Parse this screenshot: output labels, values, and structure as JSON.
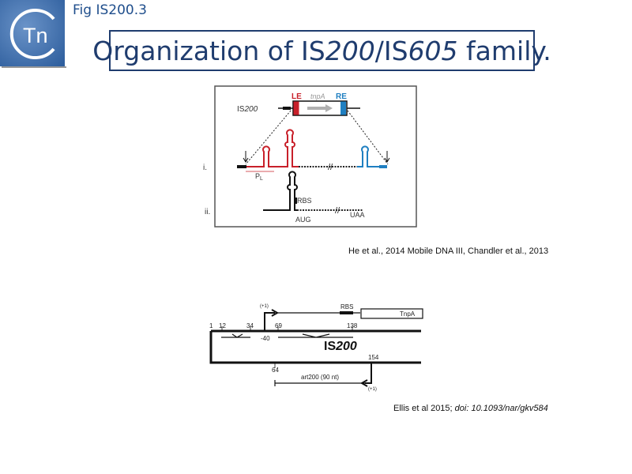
{
  "header": {
    "fig_label": "Fig IS200.3",
    "title_parts": [
      "Organization of IS",
      "200",
      "/IS",
      "605",
      " family."
    ],
    "logo_text": "Tn"
  },
  "figure_top": {
    "element_label_prefix": "IS",
    "element_label_num": "200",
    "le": "LE",
    "re": "RE",
    "gene": "tnpA",
    "row_i": "i.",
    "row_ii": "ii.",
    "promoter": "P",
    "promoter_sub": "L",
    "rbs": "RBS",
    "start": "AUG",
    "stop": "UAA",
    "colors": {
      "le": "#c8202a",
      "re": "#1f7fc1",
      "arrow": "#b0b0b0"
    }
  },
  "citation_1": "He et al., 2014 Mobile DNA III, Chandler et al., 2013",
  "figure_bottom": {
    "plus1_top": "(+1)",
    "rbs": "RBS",
    "gene_box": "TnpA",
    "pos_1": "1",
    "pos_12": "12",
    "pos_34": "34",
    "pos_69": "69",
    "pos_138": "138",
    "pos_minus40": "-40",
    "element": "IS",
    "element_num": "200",
    "pos_154": "154",
    "pos_64": "64",
    "antisense": "art200 (90 nt)",
    "plus1_bottom": "(+1)"
  },
  "citation_2": {
    "plain": "Ellis et al 2015; ",
    "italic": "doi: 10.1093/nar/gkv584"
  }
}
